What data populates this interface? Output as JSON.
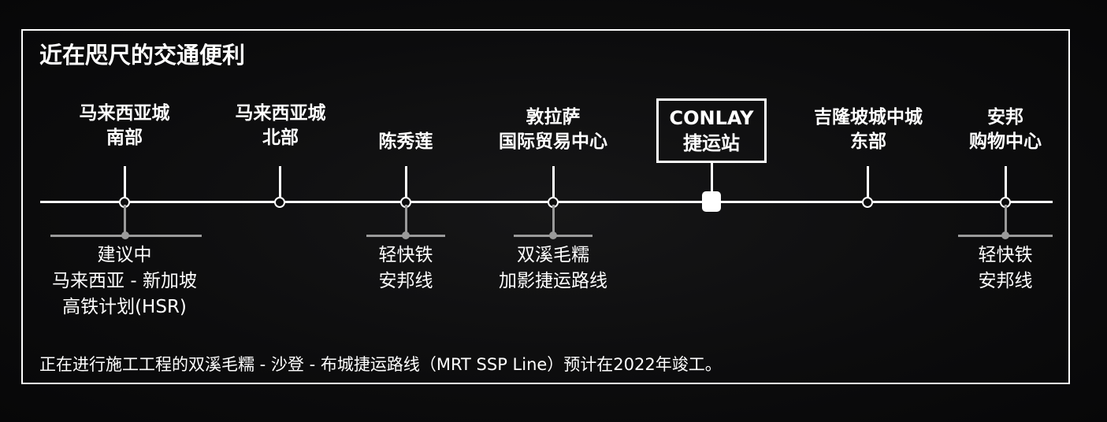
{
  "title": "近在咫尺的交通便利",
  "stations": [
    {
      "lines": [
        "马来西亚城",
        "南部"
      ]
    },
    {
      "lines": [
        "马来西亚城",
        "北部"
      ]
    },
    {
      "lines": [
        "陈秀莲"
      ]
    },
    {
      "lines": [
        "敦拉萨",
        "国际贸易中心"
      ]
    },
    {
      "lines": [
        "CONLAY",
        "捷运站"
      ],
      "highlight": true
    },
    {
      "lines": [
        "吉隆坡城中城",
        "东部"
      ]
    },
    {
      "lines": [
        "安邦",
        "购物中心"
      ]
    }
  ],
  "interchanges": [
    {
      "station": 0,
      "lines": [
        "建议中",
        "马来西亚 - 新加坡",
        "高铁计划(HSR)"
      ]
    },
    {
      "station": 2,
      "lines": [
        "轻快铁",
        "安邦线"
      ]
    },
    {
      "station": 3,
      "lines": [
        "双溪毛糯",
        "加影捷运路线"
      ]
    },
    {
      "station": 6,
      "lines": [
        "轻快铁",
        "安邦线"
      ]
    }
  ],
  "footnote": "正在进行施工工程的双溪毛糯 - 沙登 - 布城捷运路线（MRT SSP Line）预计在2022年竣工。",
  "colors": {
    "background": "#0c0c0d",
    "foreground": "#ffffff",
    "interchange": "#9a9a9a"
  }
}
